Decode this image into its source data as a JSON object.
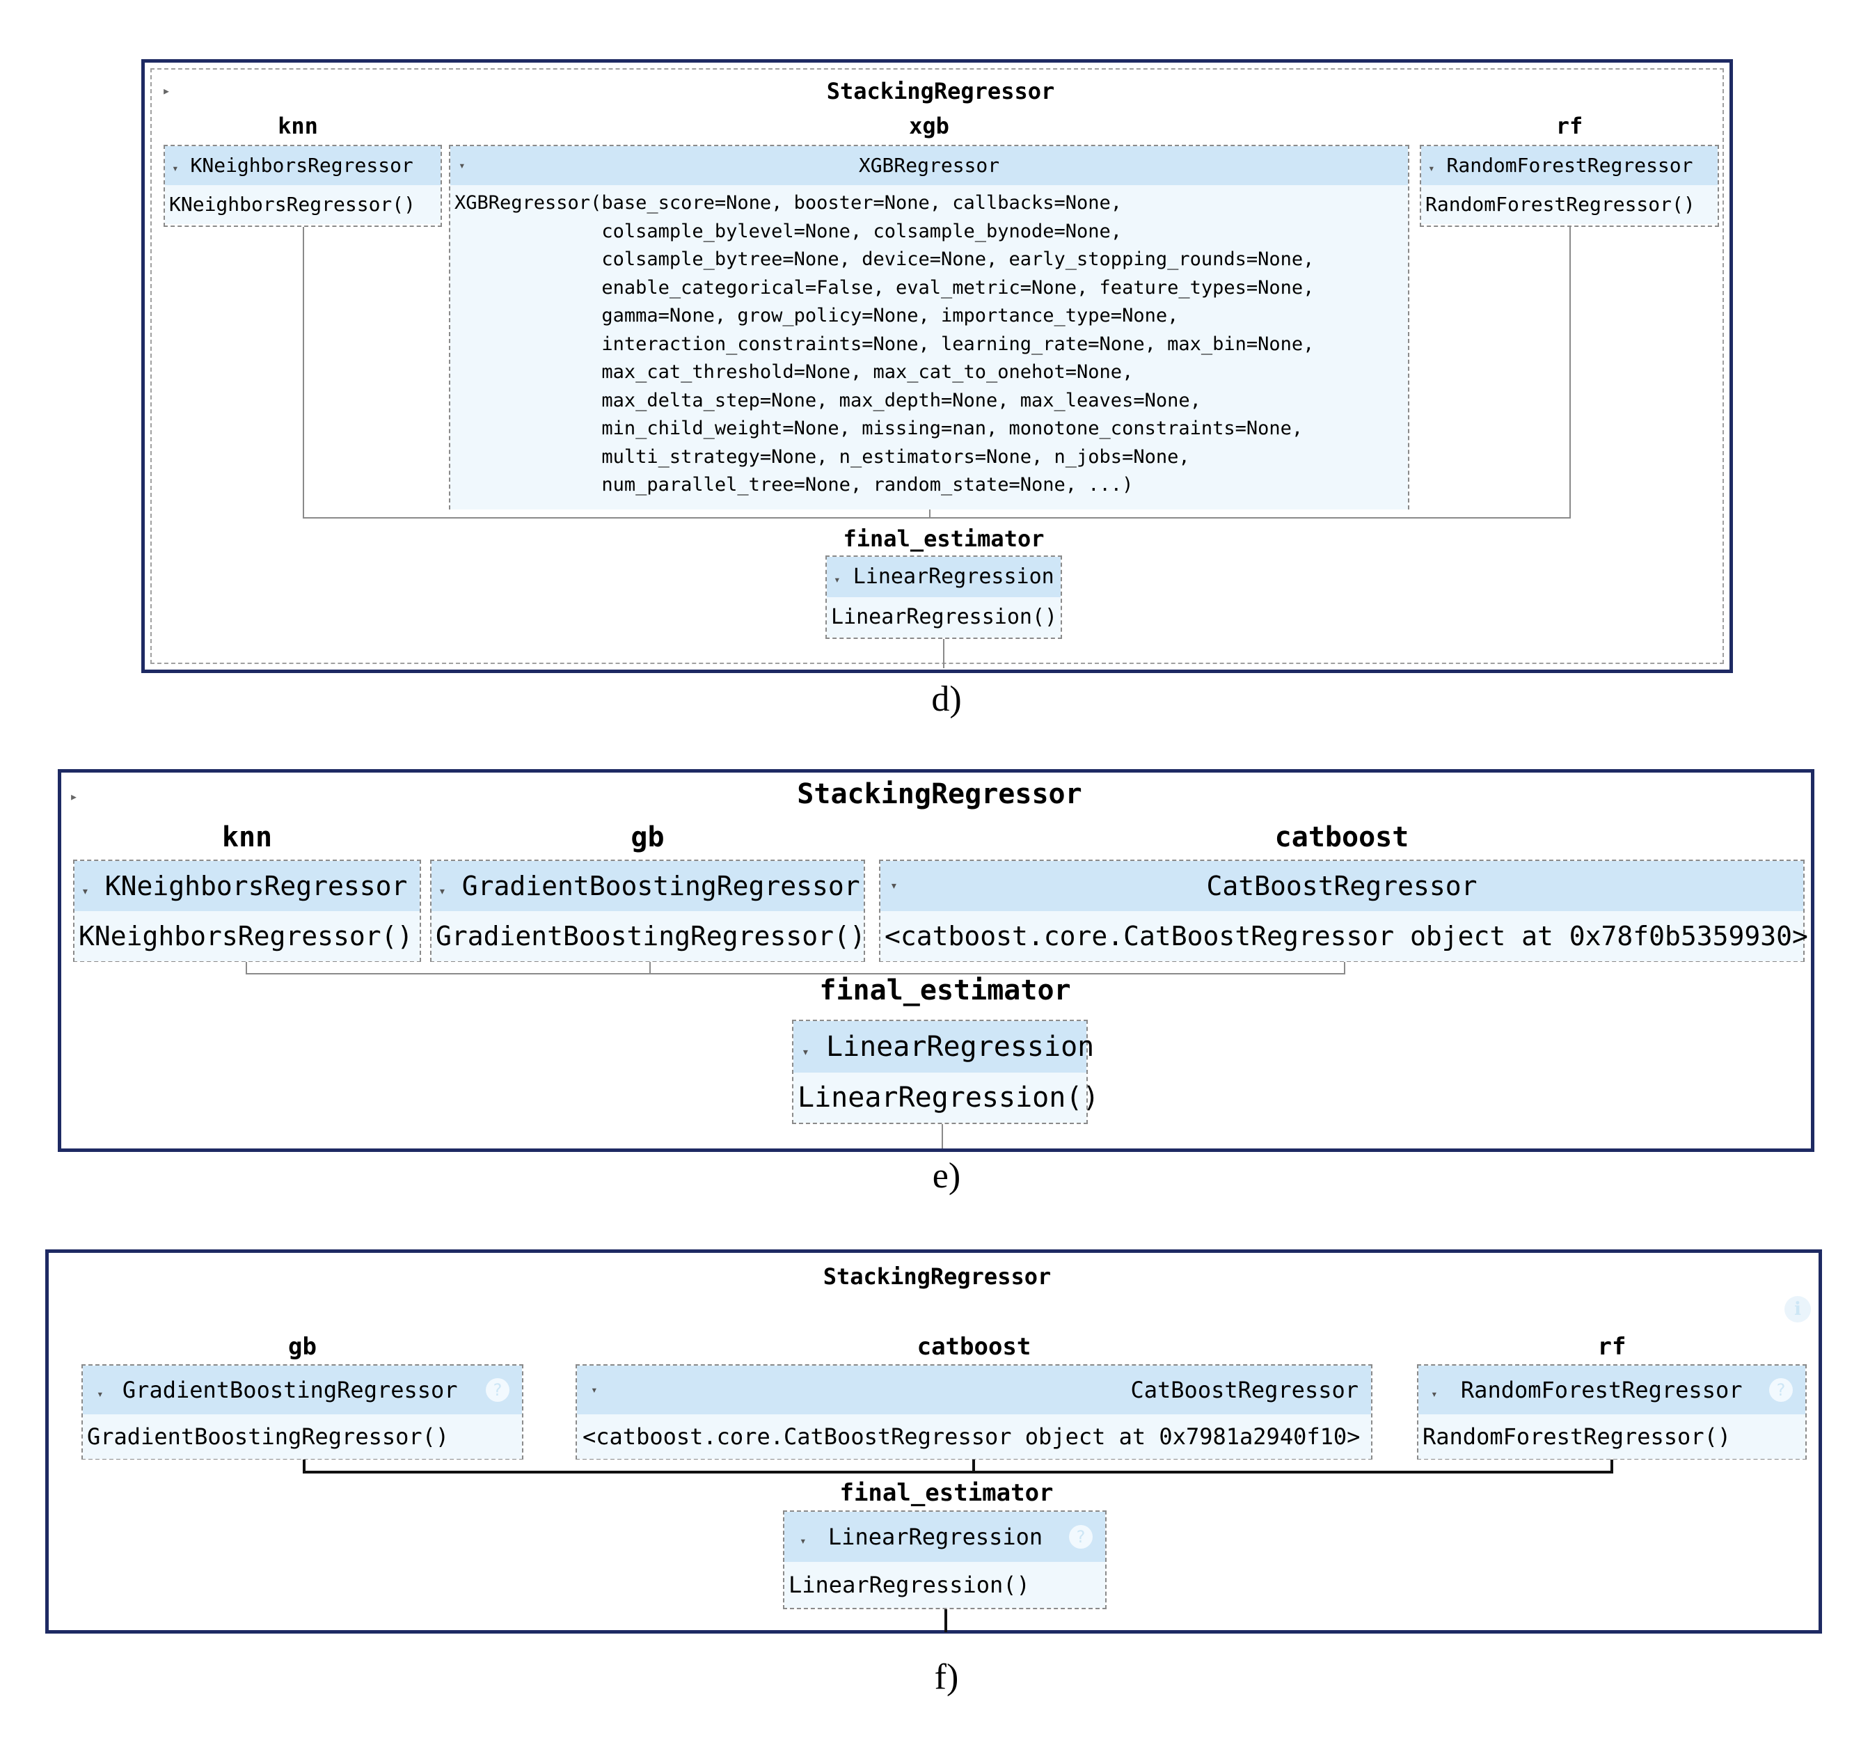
{
  "panel_d": {
    "title": "StackingRegressor",
    "caption": "d)",
    "estimators": [
      {
        "label": "knn",
        "name": "KNeighborsRegressor",
        "repr": "KNeighborsRegressor()"
      },
      {
        "label": "xgb",
        "name": "XGBRegressor",
        "repr": "XGBRegressor(base_score=None, booster=None, callbacks=None,\n             colsample_bylevel=None, colsample_bynode=None,\n             colsample_bytree=None, device=None, early_stopping_rounds=None,\n             enable_categorical=False, eval_metric=None, feature_types=None,\n             gamma=None, grow_policy=None, importance_type=None,\n             interaction_constraints=None, learning_rate=None, max_bin=None,\n             max_cat_threshold=None, max_cat_to_onehot=None,\n             max_delta_step=None, max_depth=None, max_leaves=None,\n             min_child_weight=None, missing=nan, monotone_constraints=None,\n             multi_strategy=None, n_estimators=None, n_jobs=None,\n             num_parallel_tree=None, random_state=None, ...)"
      },
      {
        "label": "rf",
        "name": "RandomForestRegressor",
        "repr": "RandomForestRegressor()"
      }
    ],
    "final_label": "final_estimator",
    "final": {
      "name": "LinearRegression",
      "repr": "LinearRegression()"
    }
  },
  "panel_e": {
    "title": "StackingRegressor",
    "caption": "e)",
    "estimators": [
      {
        "label": "knn",
        "name": "KNeighborsRegressor",
        "repr": "KNeighborsRegressor()"
      },
      {
        "label": "gb",
        "name": "GradientBoostingRegressor",
        "repr": "GradientBoostingRegressor()"
      },
      {
        "label": "catboost",
        "name": "CatBoostRegressor",
        "repr": "<catboost.core.CatBoostRegressor object at 0x78f0b5359930>"
      }
    ],
    "final_label": "final_estimator",
    "final": {
      "name": "LinearRegression",
      "repr": "LinearRegression()"
    }
  },
  "panel_f": {
    "title": "StackingRegressor",
    "caption": "f)",
    "estimators": [
      {
        "label": "gb",
        "name": "GradientBoostingRegressor",
        "repr": "GradientBoostingRegressor()"
      },
      {
        "label": "catboost",
        "name": "CatBoostRegressor",
        "repr": "<catboost.core.CatBoostRegressor object at 0x7981a2940f10>"
      },
      {
        "label": "rf",
        "name": "RandomForestRegressor",
        "repr": "RandomForestRegressor()"
      }
    ],
    "final_label": "final_estimator",
    "final": {
      "name": "LinearRegression",
      "repr": "LinearRegression()"
    }
  },
  "icons": {
    "toggle": "triangle-right-icon",
    "collapse": "triangle-down-icon",
    "help": "question-circle-icon",
    "info": "info-circle-icon"
  },
  "colors": {
    "border": "#1e2a63",
    "header_bg": "#cfe6f7",
    "body_bg": "#f0f8fd"
  }
}
